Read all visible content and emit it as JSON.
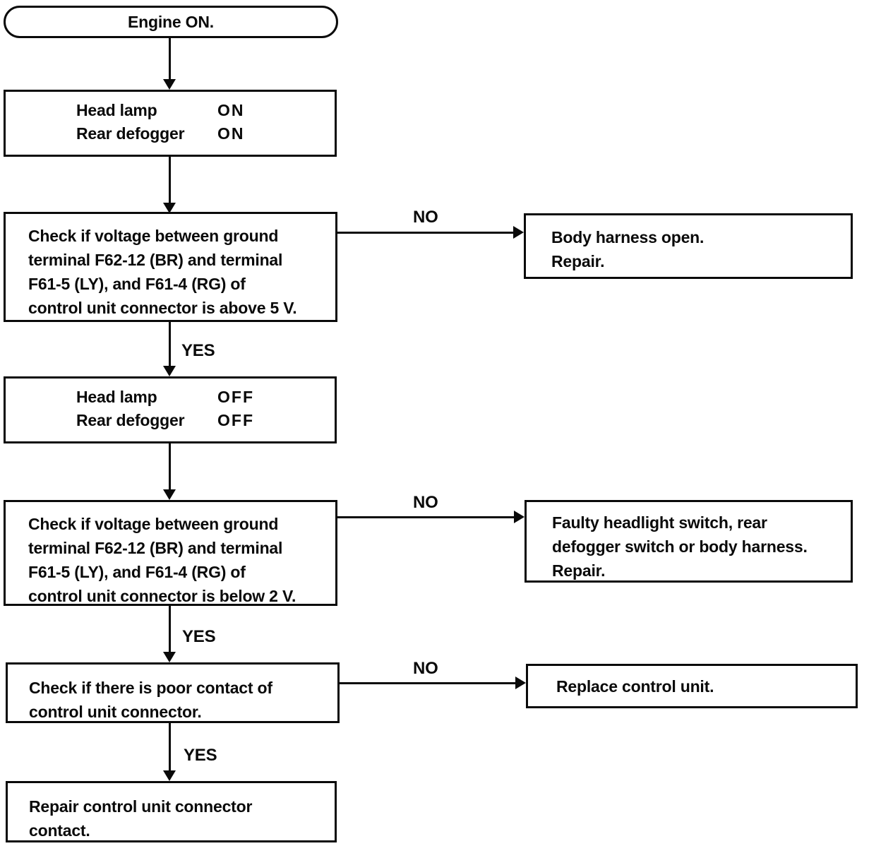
{
  "start": {
    "label": "Engine ON."
  },
  "labels": {
    "yes": "YES",
    "no": "NO"
  },
  "state_on": {
    "rows": [
      {
        "name": "Head lamp",
        "value": "ON"
      },
      {
        "name": "Rear defogger",
        "value": "ON"
      }
    ]
  },
  "check_above_5v": {
    "lines": [
      "Check if voltage between ground",
      "terminal F62-12 (BR) and terminal",
      "F61-5 (LY), and F61-4 (RG) of",
      "control unit connector is above 5 V."
    ]
  },
  "result_body_harness": {
    "lines": [
      "Body harness open.",
      "Repair."
    ]
  },
  "state_off": {
    "rows": [
      {
        "name": "Head lamp",
        "value": "OFF"
      },
      {
        "name": "Rear defogger",
        "value": "OFF"
      }
    ]
  },
  "check_below_2v": {
    "lines": [
      "Check if voltage between ground",
      "terminal F62-12 (BR) and terminal",
      "F61-5 (LY), and F61-4 (RG) of",
      "control unit connector is below 2 V."
    ]
  },
  "result_faulty_switch": {
    "lines": [
      "Faulty headlight switch, rear",
      "defogger switch or body harness.",
      "Repair."
    ]
  },
  "check_poor_contact": {
    "lines": [
      "Check if there is poor contact of",
      "control unit connector."
    ]
  },
  "result_replace_unit": {
    "lines": [
      "Replace control unit."
    ]
  },
  "final_repair_contact": {
    "lines": [
      "Repair control unit connector",
      "contact."
    ]
  }
}
